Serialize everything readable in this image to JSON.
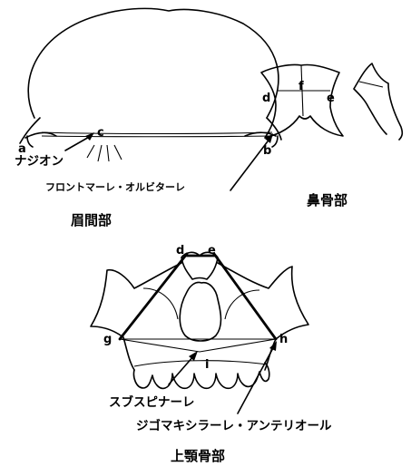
{
  "sections": {
    "glabella": {
      "title": "眉間部",
      "points": {
        "a": "a",
        "b": "b",
        "c": "c"
      },
      "labels": {
        "nasion": "ナジオン",
        "frontomalare": "フロントマーレ・オルビターレ"
      }
    },
    "nasal": {
      "title": "鼻骨部",
      "points": {
        "d": "d",
        "e": "e",
        "f": "f"
      }
    },
    "maxilla": {
      "title": "上顎骨部",
      "points": {
        "d": "d",
        "e": "e",
        "g": "g",
        "h": "h",
        "i": "i"
      },
      "labels": {
        "subspinale": "スブスピナーレ",
        "zygomaxillare": "ジゴマキシラーレ・アンテリオール"
      }
    }
  }
}
